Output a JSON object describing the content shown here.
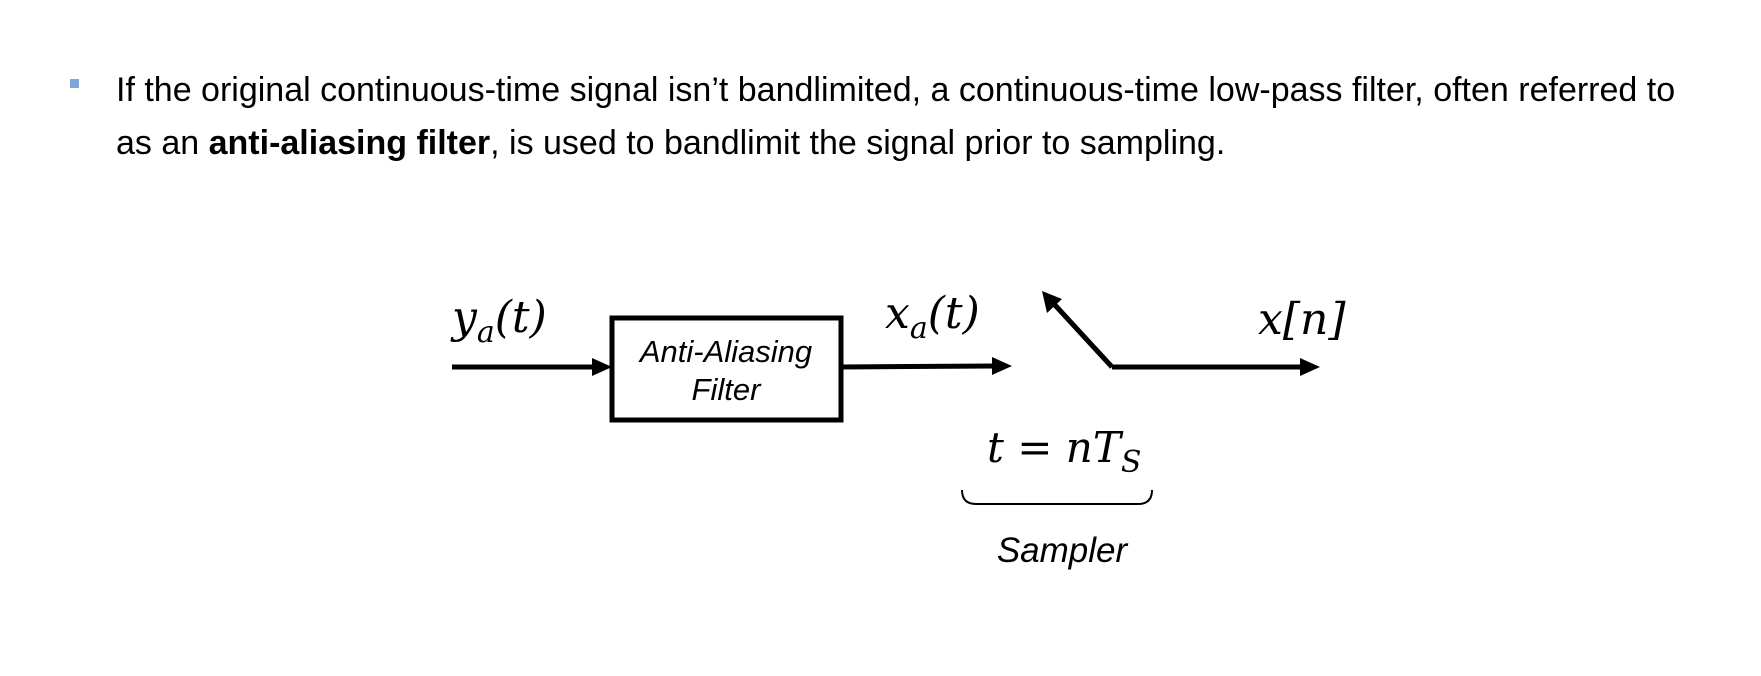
{
  "bullet": {
    "text_before": "If the original continuous-time signal isn’t bandlimited, a continuous-time low-pass filter, often referred to as an ",
    "text_bold": "anti-aliasing filter",
    "text_after": ", is used to bandlimit the signal prior to sampling."
  },
  "diagram": {
    "input_signal": {
      "base": "y",
      "sub": "a",
      "arg": "(t)"
    },
    "filter_label_line1": "Anti-Aliasing",
    "filter_label_line2": "Filter",
    "filtered_signal": {
      "base": "x",
      "sub": "a",
      "arg": "(t)"
    },
    "sample_time": {
      "lhs": "t = n",
      "T": "T",
      "sub": "S"
    },
    "output_signal": "x[n]",
    "sampler_label": "Sampler"
  },
  "colors": {
    "bullet_marker": "#7ea6d9",
    "ink": "#000000"
  }
}
